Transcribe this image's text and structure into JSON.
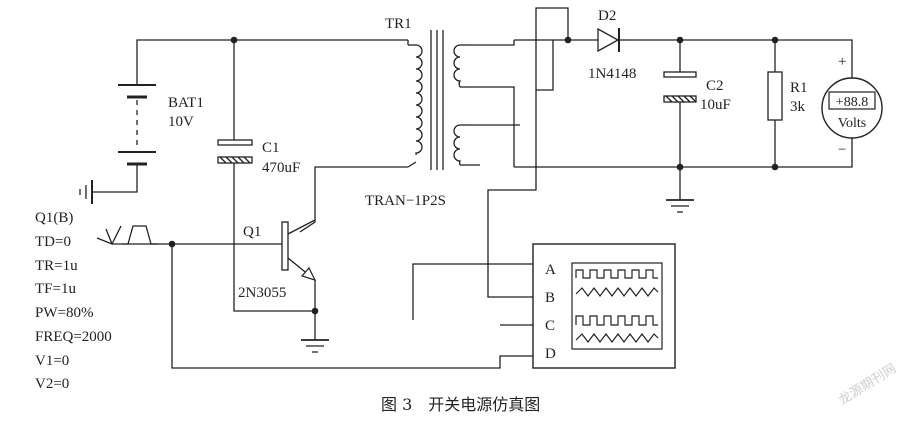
{
  "battery": {
    "name": "BAT1",
    "value": "10V"
  },
  "capacitor_c1": {
    "name": "C1",
    "value": "470uF"
  },
  "transistor": {
    "name": "Q1",
    "part": "2N3055"
  },
  "transformer": {
    "name": "TR1",
    "part": "TRAN−1P2S"
  },
  "diode": {
    "name": "D2",
    "part": "1N4148"
  },
  "capacitor_c2": {
    "name": "C2",
    "value": "10uF"
  },
  "resistor": {
    "name": "R1",
    "value": "3k"
  },
  "voltmeter": {
    "reading": "+88.8",
    "unit": "Volts",
    "plus": "+",
    "minus": "−"
  },
  "pulse_source": {
    "params": [
      "Q1(B)",
      "TD=0",
      "TR=1u",
      "TF=1u",
      "PW=80%",
      "FREQ=2000",
      "V1=0",
      "V2=0"
    ]
  },
  "oscilloscope": {
    "channels": [
      "A",
      "B",
      "C",
      "D"
    ]
  },
  "caption": "图 3　开关电源仿真图",
  "watermark": "龙源期刊网"
}
